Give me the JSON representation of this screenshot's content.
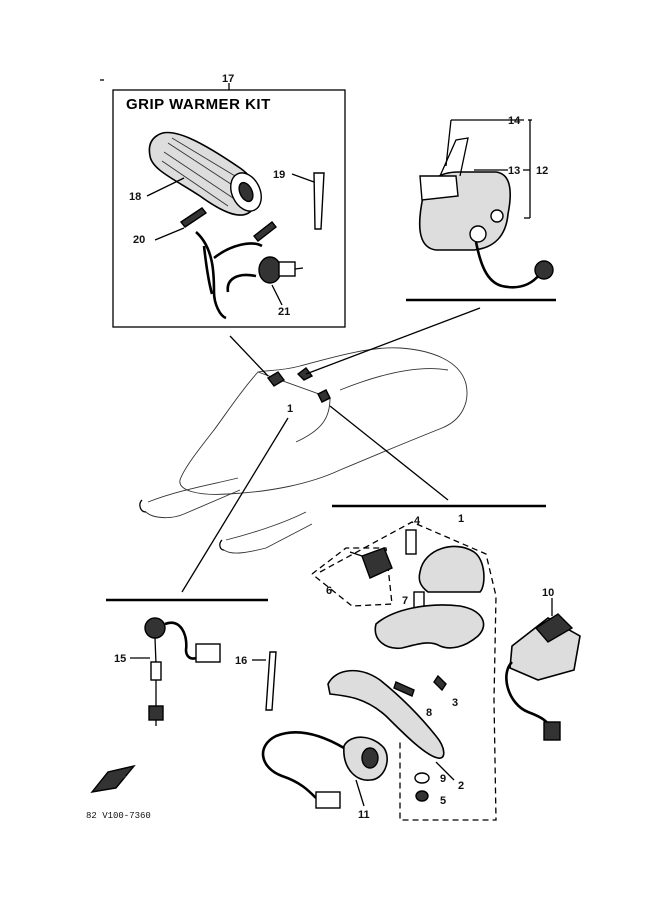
{
  "kit_title": "GRIP WARMER KIT",
  "diagram_code": "82 V100-7360",
  "callouts": {
    "c1": "1",
    "c2": "2",
    "c3": "3",
    "c4": "4",
    "c5": "5",
    "c6": "6",
    "c7": "7",
    "c8": "8",
    "c9": "9",
    "c10": "10",
    "c11": "11",
    "c12": "12",
    "c13": "13",
    "c14": "14",
    "c15": "15",
    "c16": "16",
    "c17": "17",
    "c18": "18",
    "c19": "19",
    "c20": "20",
    "c21": "21"
  }
}
